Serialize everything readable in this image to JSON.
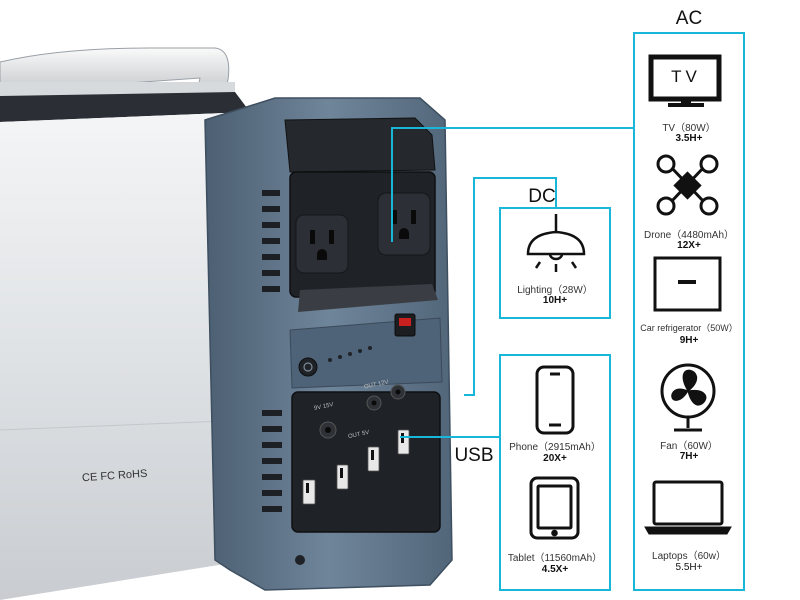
{
  "sections": {
    "ac": "AC",
    "dc": "DC",
    "usb": "USB"
  },
  "ac_devices": [
    {
      "icon": "tv-icon",
      "icon_text": "TV",
      "label": "TV（80W）",
      "runtime": "3.5H+"
    },
    {
      "icon": "drone-icon",
      "label": "Drone（4480mAh）",
      "runtime": "12X+"
    },
    {
      "icon": "car-refrigerator-icon",
      "label": "Car refrigerator（50W）",
      "runtime": "9H+"
    },
    {
      "icon": "fan-icon",
      "label": "Fan（60W）",
      "runtime": "7H+"
    },
    {
      "icon": "laptop-icon",
      "label": "Laptops（60w）",
      "runtime": "5.5H+"
    }
  ],
  "dc_devices": [
    {
      "icon": "lamp-icon",
      "label": "Lighting（28W）",
      "runtime": "10H+"
    }
  ],
  "usb_devices": [
    {
      "icon": "phone-icon",
      "label": "Phone（2915mAh）",
      "runtime": "20X+"
    },
    {
      "icon": "tablet-icon",
      "label": "Tablet（11560mAh）",
      "runtime": "4.5X+"
    }
  ],
  "device_markings": {
    "certification": "CE FC RoHS",
    "port_9v15v": "9V 15V",
    "port_out12v": "OUT 12V",
    "port_out5v": "OUT 5V"
  },
  "colors": {
    "accent_lines": "#18b6d8",
    "housing_blue": "#5b7086",
    "housing_silver": "#e7e9ec",
    "panel_dark": "#1c1f24"
  }
}
